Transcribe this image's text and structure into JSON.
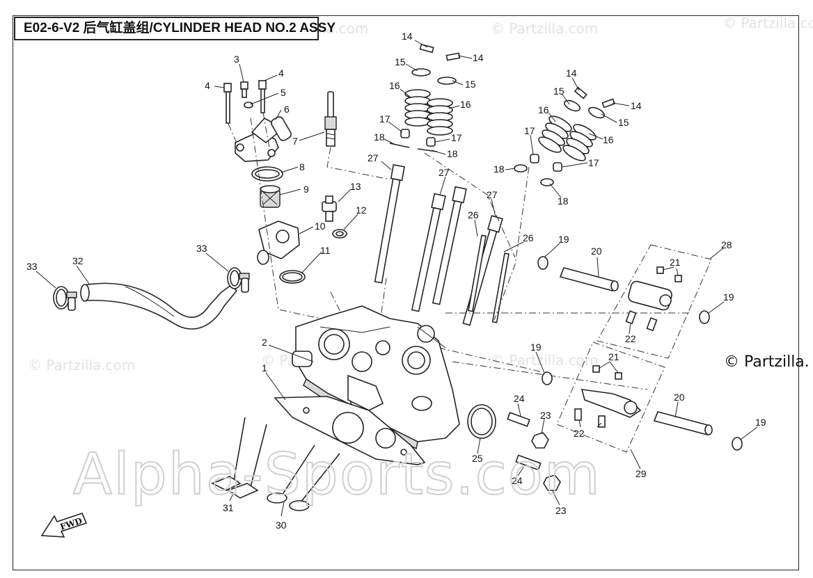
{
  "title": "E02-6-V2 后气缸盖组/CYLINDER HEAD NO.2  ASSY",
  "copyright": "© Partzilla.",
  "watermarks": {
    "small": "© Partzilla.com",
    "big": "Alpha-Sports.com"
  },
  "fwd_label": "FWD",
  "callouts": [
    {
      "id": "c14a",
      "text": "14"
    },
    {
      "id": "c14b",
      "text": "14"
    },
    {
      "id": "c15a",
      "text": "15"
    },
    {
      "id": "c15b",
      "text": "15"
    },
    {
      "id": "c16a",
      "text": "16"
    },
    {
      "id": "c16b",
      "text": "16"
    },
    {
      "id": "c17a",
      "text": "17"
    },
    {
      "id": "c17b",
      "text": "17"
    },
    {
      "id": "c18a",
      "text": "18"
    },
    {
      "id": "c18b",
      "text": "18"
    },
    {
      "id": "c14c",
      "text": "14"
    },
    {
      "id": "c14d",
      "text": "14"
    },
    {
      "id": "c15c",
      "text": "15"
    },
    {
      "id": "c15d",
      "text": "15"
    },
    {
      "id": "c16c",
      "text": "16"
    },
    {
      "id": "c16d",
      "text": "16"
    },
    {
      "id": "c17c",
      "text": "17"
    },
    {
      "id": "c17d",
      "text": "17"
    },
    {
      "id": "c18c",
      "text": "18"
    },
    {
      "id": "c18d",
      "text": "18"
    },
    {
      "id": "c3",
      "text": "3"
    },
    {
      "id": "c4a",
      "text": "4"
    },
    {
      "id": "c4b",
      "text": "4"
    },
    {
      "id": "c5",
      "text": "5"
    },
    {
      "id": "c6",
      "text": "6"
    },
    {
      "id": "c7",
      "text": "7"
    },
    {
      "id": "c8",
      "text": "8"
    },
    {
      "id": "c9",
      "text": "9"
    },
    {
      "id": "c10",
      "text": "10"
    },
    {
      "id": "c11",
      "text": "11"
    },
    {
      "id": "c12",
      "text": "12"
    },
    {
      "id": "c13",
      "text": "13"
    },
    {
      "id": "c27a",
      "text": "27"
    },
    {
      "id": "c27b",
      "text": "27"
    },
    {
      "id": "c27c",
      "text": "27"
    },
    {
      "id": "c26a",
      "text": "26"
    },
    {
      "id": "c26b",
      "text": "26"
    },
    {
      "id": "c19a",
      "text": "19"
    },
    {
      "id": "c20a",
      "text": "20"
    },
    {
      "id": "c28",
      "text": "28"
    },
    {
      "id": "c21a",
      "text": "21"
    },
    {
      "id": "c19b",
      "text": "19"
    },
    {
      "id": "c22a",
      "text": "22"
    },
    {
      "id": "c32",
      "text": "32"
    },
    {
      "id": "c33a",
      "text": "33"
    },
    {
      "id": "c33b",
      "text": "33"
    },
    {
      "id": "c2",
      "text": "2"
    },
    {
      "id": "c1",
      "text": "1"
    },
    {
      "id": "c19c",
      "text": "19"
    },
    {
      "id": "c21b",
      "text": "21"
    },
    {
      "id": "c20b",
      "text": "20"
    },
    {
      "id": "c22b",
      "text": "22"
    },
    {
      "id": "c24a",
      "text": "24"
    },
    {
      "id": "c23a",
      "text": "23"
    },
    {
      "id": "c25",
      "text": "25"
    },
    {
      "id": "c24b",
      "text": "24"
    },
    {
      "id": "c23b",
      "text": "23"
    },
    {
      "id": "c29",
      "text": "29"
    },
    {
      "id": "c19d",
      "text": "19"
    },
    {
      "id": "c31",
      "text": "31"
    },
    {
      "id": "c30",
      "text": "30"
    }
  ]
}
